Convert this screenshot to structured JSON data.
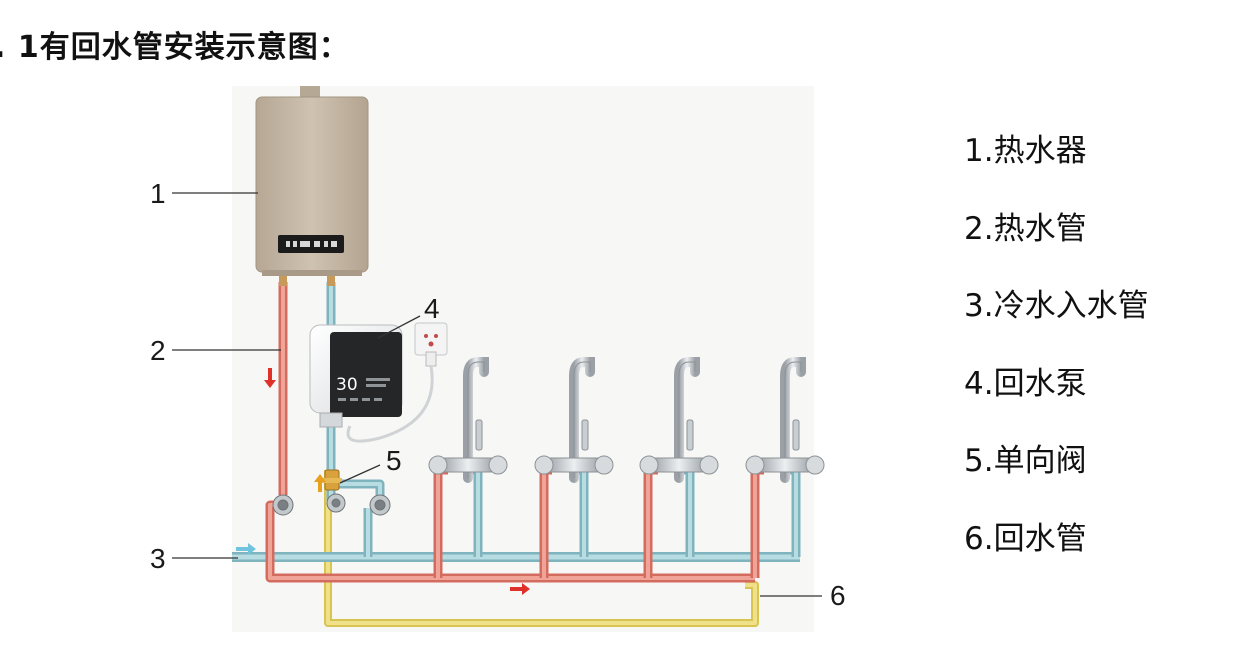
{
  "title": ". 1有回水管安装示意图：",
  "callouts": [
    "1",
    "2",
    "3",
    "4",
    "5",
    "6"
  ],
  "legend": [
    "1.热水器",
    "2.热水管",
    "3.冷水入水管",
    "4.回水泵",
    "5.单向阀",
    "6.回水管"
  ],
  "pump_display": "30",
  "colors": {
    "hot_pipe": "#e8877a",
    "cold_pipe": "#9ccbd3",
    "return_pipe": "#e6d36a",
    "heater_body": "#c4b6a4",
    "flow_arrow_hot": "#e0302a",
    "flow_arrow_cold": "#6fc3dc",
    "flow_arrow_return": "#e8a020"
  },
  "icons": {
    "heater": "water-heater-icon",
    "pump": "circulation-pump-icon",
    "socket": "power-socket-icon",
    "faucet": "faucet-icon",
    "valve": "check-valve-icon"
  }
}
